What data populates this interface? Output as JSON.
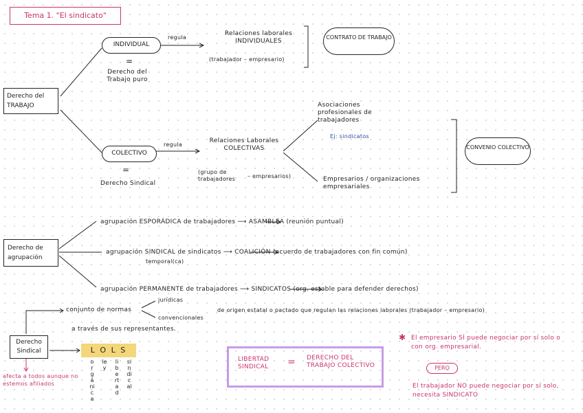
{
  "title": "Tema 1. \"El sindicato\"",
  "section1": {
    "root": "Derecho del TRABAJO",
    "individual": {
      "label": "INDIVIDUAL",
      "eq": "=",
      "note": "Derecho del Trabajo puro",
      "regula": "regula",
      "relaciones": "Relaciones laborales INDIVIDUALES",
      "parties": "(trabajador – empresario)",
      "cloud": "CONTRATO DE TRABAJO"
    },
    "colectivo": {
      "label": "COLECTIVO",
      "eq": "=",
      "note": "Derecho Sindical",
      "regula": "regula",
      "relaciones": "Relaciones Laborales COLECTIVAS",
      "parties_left": "(grupo de trabajadores",
      "parties_right": "– empresarios)",
      "asociaciones": "Asociaciones profesionales de trabajadores",
      "ej": "Ej: sindicatos",
      "empresarios": "Empresarios  /  organizaciones empresariales",
      "cloud": "CONVENIO COLECTIVO"
    }
  },
  "section2": {
    "root": "Derecho de agrupación",
    "row1": "agrupación ESPORÁDICA de trabajadores ⟶ ASAMBLEA (reunión puntual)",
    "row2_main": "agrupación SINDICAL de sindicatos ⟶ COALICIÓN (acuerdo de trabajadores con fin común)",
    "row2_sub": "temporal(ca)",
    "row3": "agrupación PERMANENTE de trabajadores ⟶ SINDICATOS (org. estable para defender derechos)"
  },
  "section3": {
    "conjunto": "conjunto de normas",
    "juridicas": "jurídicas",
    "convencionales": "convencionales",
    "origen": "de origen estatal o pactado que regulan las relaciones laborales (trabajador – empresario)",
    "traves": "a través de sus representantes.",
    "box": "Derecho Sindical",
    "lols": "L O L S",
    "lols_cols": [
      "orgánica",
      "ley",
      "libertad",
      "sindical"
    ],
    "afecta": "afecta a todos aunque no estemos afiliados",
    "libertad": "LIBERTAD SINDICAL",
    "eq": "=",
    "derecho": "DERECHO DEL TRABAJO COLECTIVO",
    "note1": "El empresario SÍ puede negociar por sí solo o con org. empresarial.",
    "pero": "PERO",
    "note2": "El trabajador NO puede negociar por sí solo, necesita SINDICATO",
    "star": "✱"
  },
  "colors": {
    "pink": "#c8336d",
    "purple": "#c79be6",
    "lols_bg": "#f3d77a",
    "blue": "#2c4aa0"
  }
}
